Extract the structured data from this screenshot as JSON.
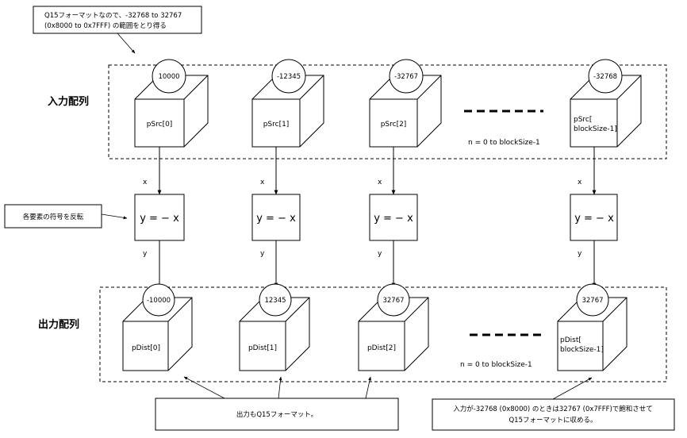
{
  "notes": {
    "range_line1": "Q15フォーマットなので、-32768 to 32767",
    "range_line2": "(0x8000 to 0x7FFF) の範囲をとり得る",
    "negate": "各要素の符号を反転",
    "output_format": "出力もQ15フォーマット。",
    "saturate_line1": "入力が-32768 (0x8000) のときは32767 (0x7FFF)で飽和させて",
    "saturate_line2": "Q15フォーマットに収める。"
  },
  "input_array": {
    "label": "入力配列",
    "range": "n = 0 to blockSize-1",
    "cells": [
      {
        "value": "10000",
        "name": "pSrc[0]"
      },
      {
        "value": "-12345",
        "name": "pSrc[1]"
      },
      {
        "value": "-32767",
        "name": "pSrc[2]"
      },
      {
        "value": "-32768",
        "name_line1": "pSrc[",
        "name_line2": "blockSize-1]"
      }
    ]
  },
  "function": {
    "input_var": "x",
    "output_var": "y",
    "formula": "y = − x"
  },
  "output_array": {
    "label": "出力配列",
    "range": "n = 0 to blockSize-1",
    "cells": [
      {
        "value": "-10000",
        "name": "pDist[0]"
      },
      {
        "value": "12345",
        "name": "pDist[1]"
      },
      {
        "value": "32767",
        "name": "pDist[2]"
      },
      {
        "value": "32767",
        "name_line1": "pDist[",
        "name_line2": "blockSize-1]"
      }
    ]
  }
}
